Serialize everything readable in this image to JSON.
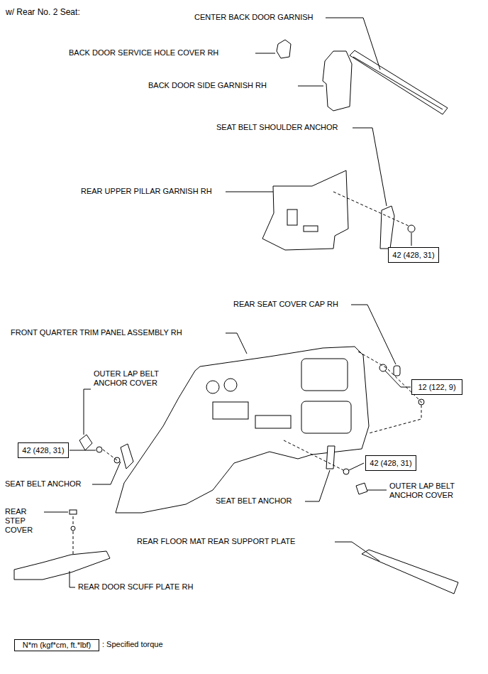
{
  "diagram": {
    "title": "w/ Rear No. 2 Seat:",
    "nodes": [
      {
        "text": [
          "42 (428, 31)"
        ]
      },
      {
        "text": [
          "12 (122, 9)"
        ]
      },
      {
        "text": [
          "42 (428, 31)"
        ]
      },
      {
        "text": [
          "42 (428, 31)"
        ]
      },
      {
        "text": [
          "N*m (kgf*cm, ft.*lbf)"
        ]
      }
    ],
    "labels": [
      "CENTER BACK DOOR GARNISH",
      "BACK DOOR SERVICE HOLE COVER RH",
      "BACK DOOR SIDE GARNISH RH",
      "SEAT BELT SHOULDER ANCHOR",
      "REAR UPPER PILLAR GARNISH RH",
      "REAR SEAT COVER CAP RH",
      "FRONT QUARTER TRIM PANEL ASSEMBLY RH",
      "OUTER LAP BELT ANCHOR COVER",
      "SEAT BELT ANCHOR",
      "REAR STEP COVER",
      "SEAT BELT ANCHOR",
      "OUTER LAP BELT ANCHOR COVER",
      "REAR FLOOR MAT REAR SUPPORT PLATE",
      "REAR DOOR SCUFF PLATE RH",
      ": Specified torque"
    ]
  }
}
